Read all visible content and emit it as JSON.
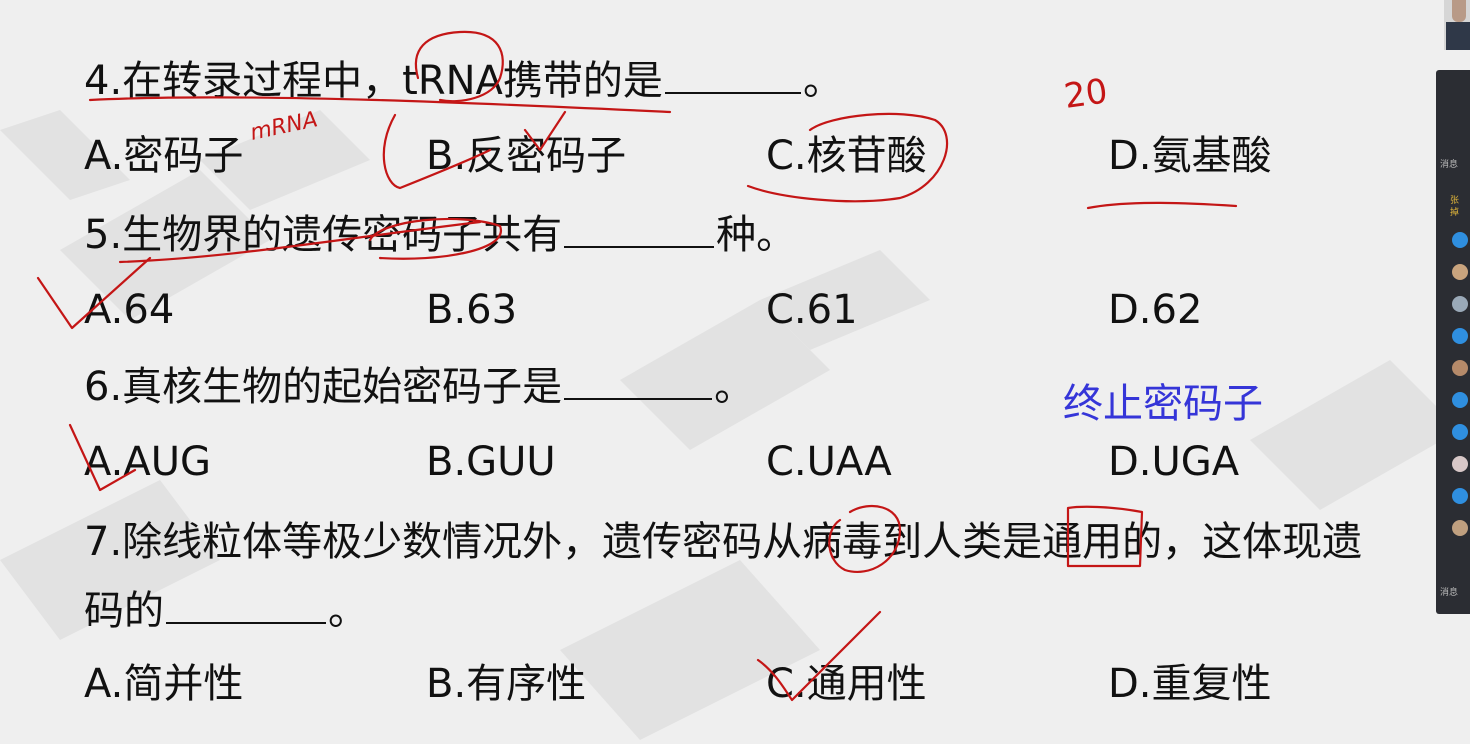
{
  "questions": [
    {
      "prefix": "4.在转录过程中，tRNA携带的是",
      "suffix": "。",
      "options": [
        "A.密码子",
        "B.反密码子",
        "C.核苷酸",
        "D.氨基酸"
      ]
    },
    {
      "prefix": "5.生物界的遗传密码子共有",
      "suffix": "种。",
      "options": [
        "A.64",
        "B.63",
        "C.61",
        "D.62"
      ]
    },
    {
      "prefix": "6.真核生物的起始密码子是",
      "suffix": "。",
      "options": [
        "A.AUG",
        "B.GUU",
        "C.UAA",
        "D.UGA"
      ]
    },
    {
      "line1": "7.除线粒体等极少数情况外，遗传密码从病毒到人类是通用的，这体现遗",
      "line2_prefix": "码的",
      "suffix": "。",
      "options": [
        "A.简并性",
        "B.有序性",
        "C.通用性",
        "D.重复性"
      ]
    }
  ],
  "annotations": {
    "blue_note": "终止密码子",
    "handwritten_20": "20",
    "handwritten_mrna": "mRNA"
  },
  "colors": {
    "ink_red": "#c41616",
    "note_blue": "#3535d8",
    "background": "#efefef"
  },
  "panel": {
    "label_top": "消息",
    "gold_label_1": "张",
    "gold_label_2": "掉",
    "label_bottom": "消息"
  }
}
